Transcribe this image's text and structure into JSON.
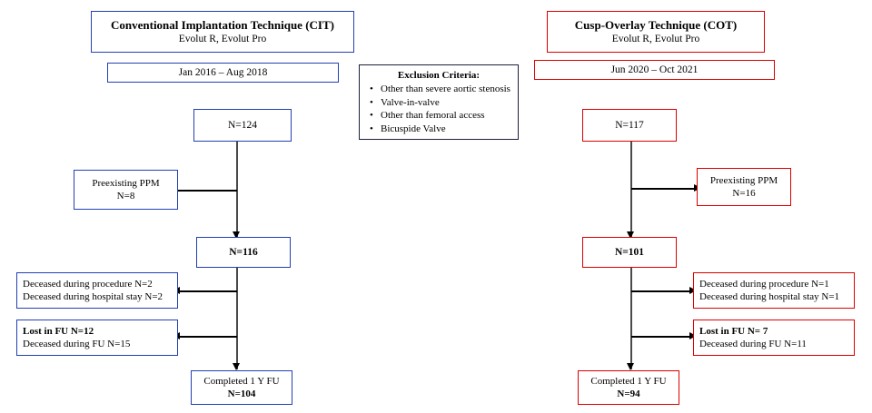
{
  "figure": {
    "type": "flowchart",
    "description": "Patient enrollment flow diagram comparing two TAVR implantation techniques"
  },
  "left_arm": {
    "accent_color": "#2440b4",
    "header": {
      "title": "Conventional Implantation Technique (CIT)",
      "subtitle": "Evolut R, Evolut Pro"
    },
    "period": "Jan 2016 – Aug 2018",
    "enrolled": "N=124",
    "excluded_ppm": {
      "line1": "Preexisting PPM",
      "line2": "N=8"
    },
    "after_exclusion": "N=116",
    "deaths": {
      "line1": "Deceased during procedure N=2",
      "line2": "Deceased during hospital stay N=2"
    },
    "followup_loss": {
      "line1": "Lost in FU N=12",
      "line2": "Deceased during FU N=15"
    },
    "completed": {
      "line1": "Completed 1 Y FU",
      "line2": "N=104"
    }
  },
  "right_arm": {
    "accent_color": "#dd0000",
    "header": {
      "title": "Cusp-Overlay Technique (COT)",
      "subtitle": "Evolut R, Evolut Pro"
    },
    "period": "Jun 2020 – Oct 2021",
    "enrolled": "N=117",
    "excluded_ppm": {
      "line1": "Preexisting PPM",
      "line2": "N=16"
    },
    "after_exclusion": "N=101",
    "deaths": {
      "line1": "Deceased during procedure N=1",
      "line2": "Deceased during hospital stay N=1"
    },
    "followup_loss": {
      "line1": "Lost in FU N= 7",
      "line2": "Deceased during FU N=11"
    },
    "completed": {
      "line1": "Completed 1 Y FU",
      "line2": "N=94"
    }
  },
  "exclusion_criteria": {
    "border_color": "#1b1f3b",
    "title": "Exclusion Criteria:",
    "items": [
      "Other than severe aortic stenosis",
      "Valve-in-valve",
      "Other than femoral access",
      "Bicuspide Valve"
    ]
  }
}
